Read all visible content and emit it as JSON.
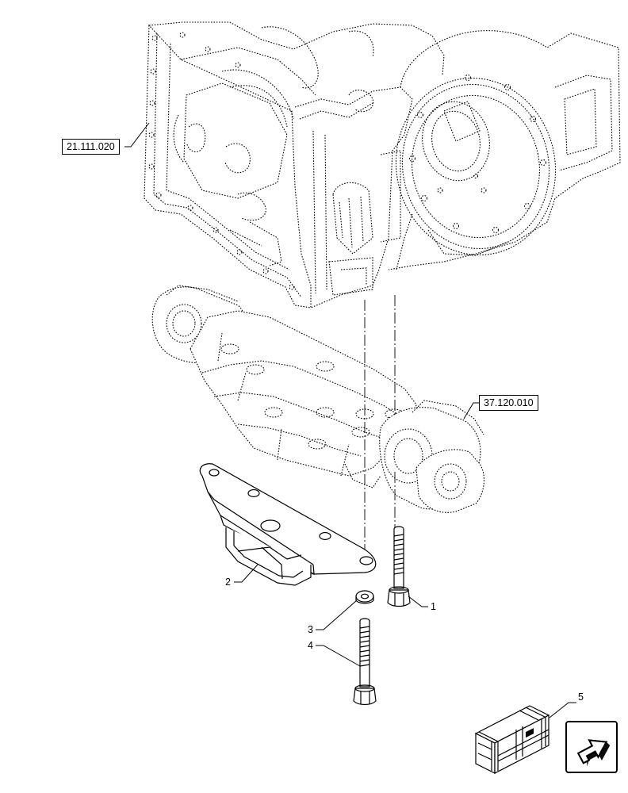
{
  "references": {
    "upper": "21.111.020",
    "lower": "37.120.010"
  },
  "callouts": [
    {
      "number": "1"
    },
    {
      "number": "2"
    },
    {
      "number": "3"
    },
    {
      "number": "4"
    },
    {
      "number": "5"
    }
  ],
  "icons": [
    "kit-crate-icon",
    "navigation-arrow-icon"
  ],
  "colors": {
    "line": "#000000",
    "background": "#ffffff"
  }
}
